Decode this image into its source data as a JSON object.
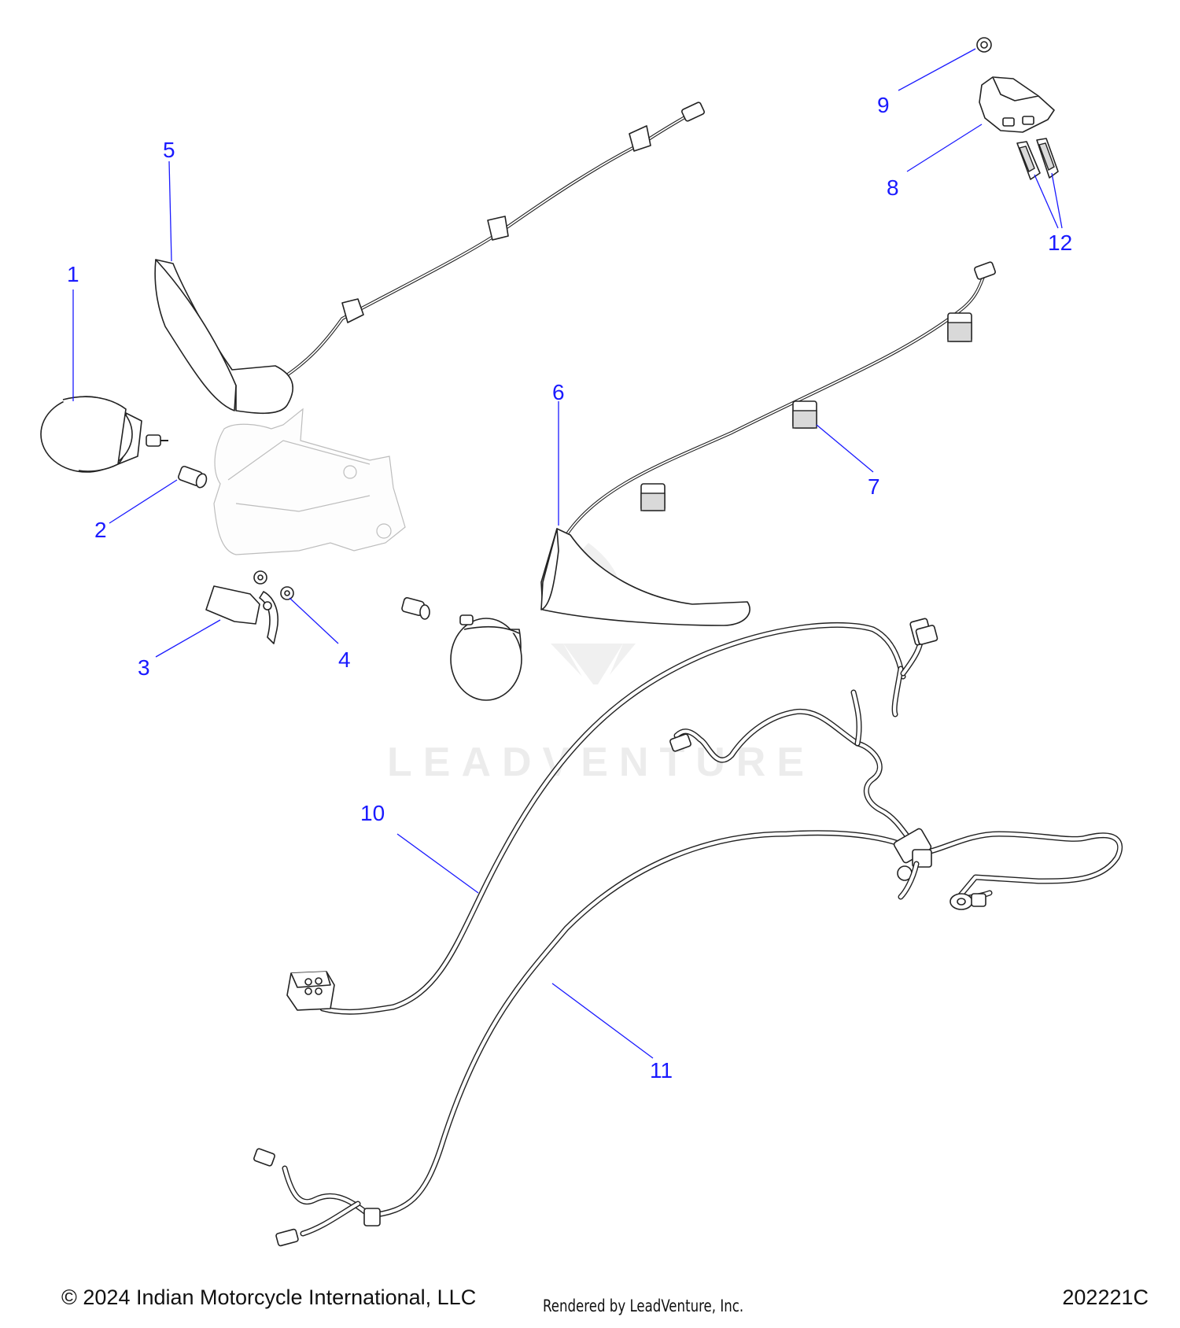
{
  "diagram": {
    "callouts": [
      {
        "id": "1",
        "label": "1"
      },
      {
        "id": "2",
        "label": "2"
      },
      {
        "id": "3",
        "label": "3"
      },
      {
        "id": "4",
        "label": "4"
      },
      {
        "id": "5",
        "label": "5"
      },
      {
        "id": "6",
        "label": "6"
      },
      {
        "id": "7",
        "label": "7"
      },
      {
        "id": "8",
        "label": "8"
      },
      {
        "id": "9",
        "label": "9"
      },
      {
        "id": "10",
        "label": "10"
      },
      {
        "id": "11",
        "label": "11"
      },
      {
        "id": "12",
        "label": "12"
      }
    ],
    "watermark": "LEADVENTURE",
    "colors": {
      "callout": "#1a1aff",
      "line": "#222222"
    }
  },
  "footer": {
    "copyright": "© 2024 Indian Motorcycle International, LLC",
    "rendered_by": "Rendered by LeadVenture, Inc.",
    "diagram_id": "202221C"
  }
}
